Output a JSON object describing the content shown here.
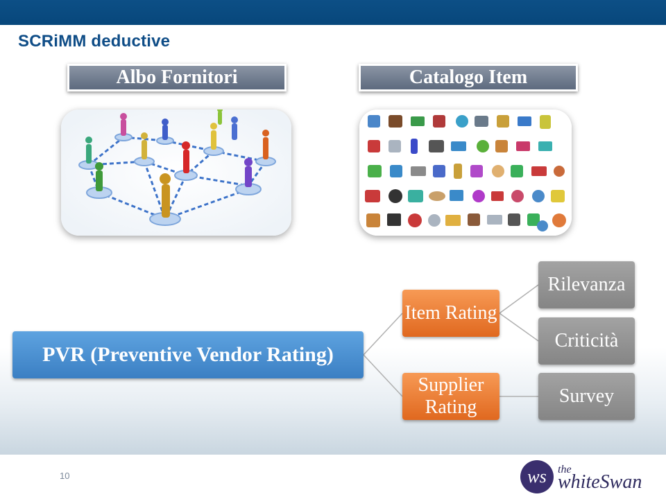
{
  "slide": {
    "title": "SCRiMM deductive",
    "page_number": "10"
  },
  "headers": {
    "suppliers": "Albo Fornitori",
    "catalog": "Catalogo Item"
  },
  "diagram": {
    "root": "PVR (Preventive Vendor Rating)",
    "item_rating": "Item Rating",
    "supplier_rating": "Supplier Rating",
    "rilevanza": "Rilevanza",
    "criticita": "Criticità",
    "survey": "Survey"
  },
  "logo": {
    "monogram": "ws",
    "small": "the",
    "name": "whiteSwan"
  },
  "colors": {
    "topbar": "#07477b",
    "title": "#0f4d87",
    "root_node": "#4a8fd1",
    "level1_node": "#ec7a30",
    "level2_node": "#939393"
  }
}
